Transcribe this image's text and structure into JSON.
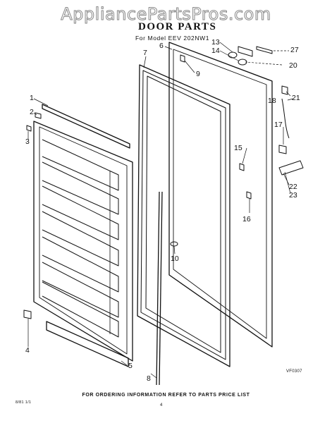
{
  "watermark": "AppliancePartsPros.com",
  "title": "DOOR PARTS",
  "subtitle": "For Model EEV 202NW1",
  "callouts": {
    "c1": "1",
    "c2": "2",
    "c3": "3",
    "c4": "4",
    "c5": "5",
    "c6": "6",
    "c7": "7",
    "c8": "8",
    "c9": "9",
    "c10": "10",
    "c13": "13",
    "c14": "14",
    "c15": "15",
    "c16": "16",
    "c17": "17",
    "c18": "18",
    "c20": "20",
    "c21": "21",
    "c22": "22",
    "c23": "23",
    "c27": "27"
  },
  "drawing_code": "VF0307",
  "footer_note": "FOR ORDERING INFORMATION REFER TO PARTS PRICE LIST",
  "page_number": "4",
  "bottom_left_code": "8/81 1/1",
  "colors": {
    "ink": "#111111",
    "paper": "#ffffff",
    "watermark": "#8a8a8a"
  }
}
